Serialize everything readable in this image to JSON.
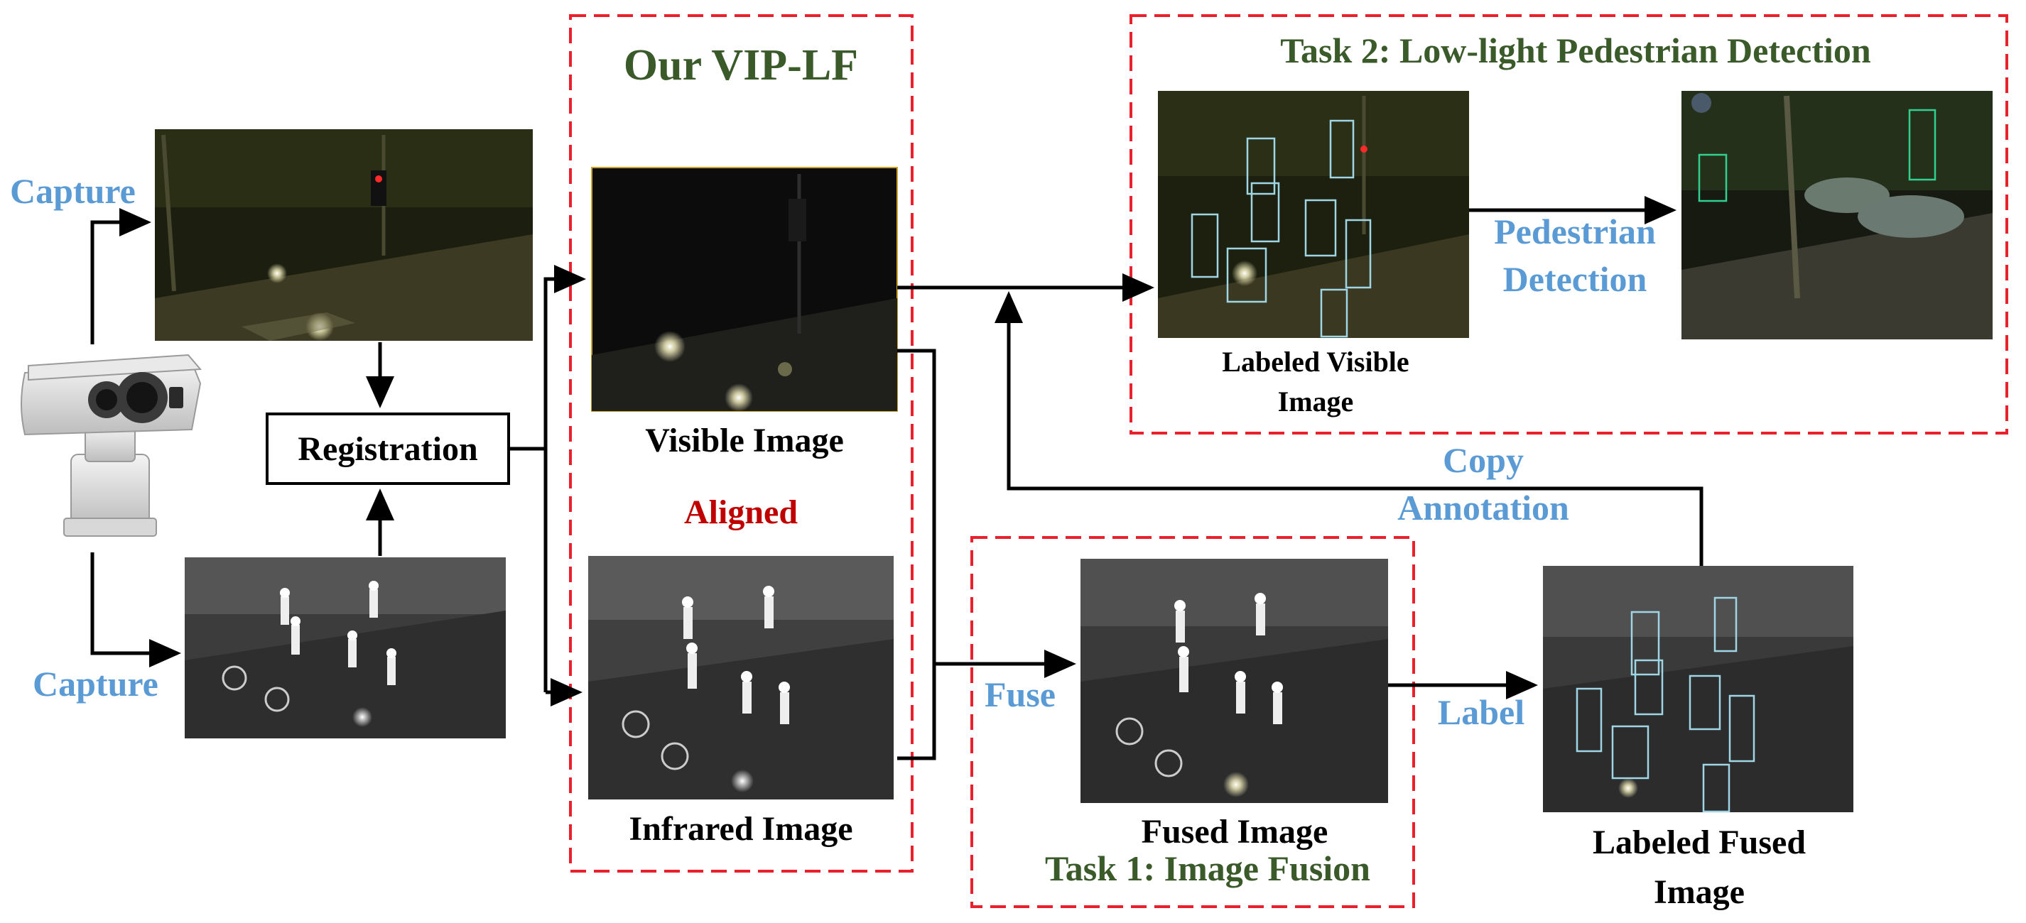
{
  "colors": {
    "blue_label": "#5b9bd5",
    "green_title": "#3a5a2a",
    "red_label": "#c00000",
    "dashed_frame": "#e8212c",
    "arrow": "#000000",
    "box_cyan": "#9fd6e6",
    "box_green": "#30d090"
  },
  "camera": {
    "capture_top": "Capture",
    "capture_bottom": "Capture",
    "icon": "surveillance-camera-icon"
  },
  "registration": {
    "label": "Registration"
  },
  "vip_lf": {
    "title": "Our VIP-LF",
    "visible_caption": "Visible Image",
    "aligned_label": "Aligned",
    "infrared_caption": "Infrared Image"
  },
  "task2": {
    "title": "Task 2: Low-light Pedestrian Detection",
    "labeled_visible_line1": "Labeled Visible",
    "labeled_visible_line2": "Image",
    "detection_line1": "Pedestrian",
    "detection_line2": "Detection"
  },
  "copy_annotation": {
    "line1": "Copy",
    "line2": "Annotation"
  },
  "task1": {
    "fuse_label": "Fuse",
    "fused_caption": "Fused Image",
    "title": "Task 1: Image Fusion"
  },
  "label_step": {
    "label": "Label",
    "labeled_fused_line1": "Labeled Fused",
    "labeled_fused_line2": "Image"
  }
}
